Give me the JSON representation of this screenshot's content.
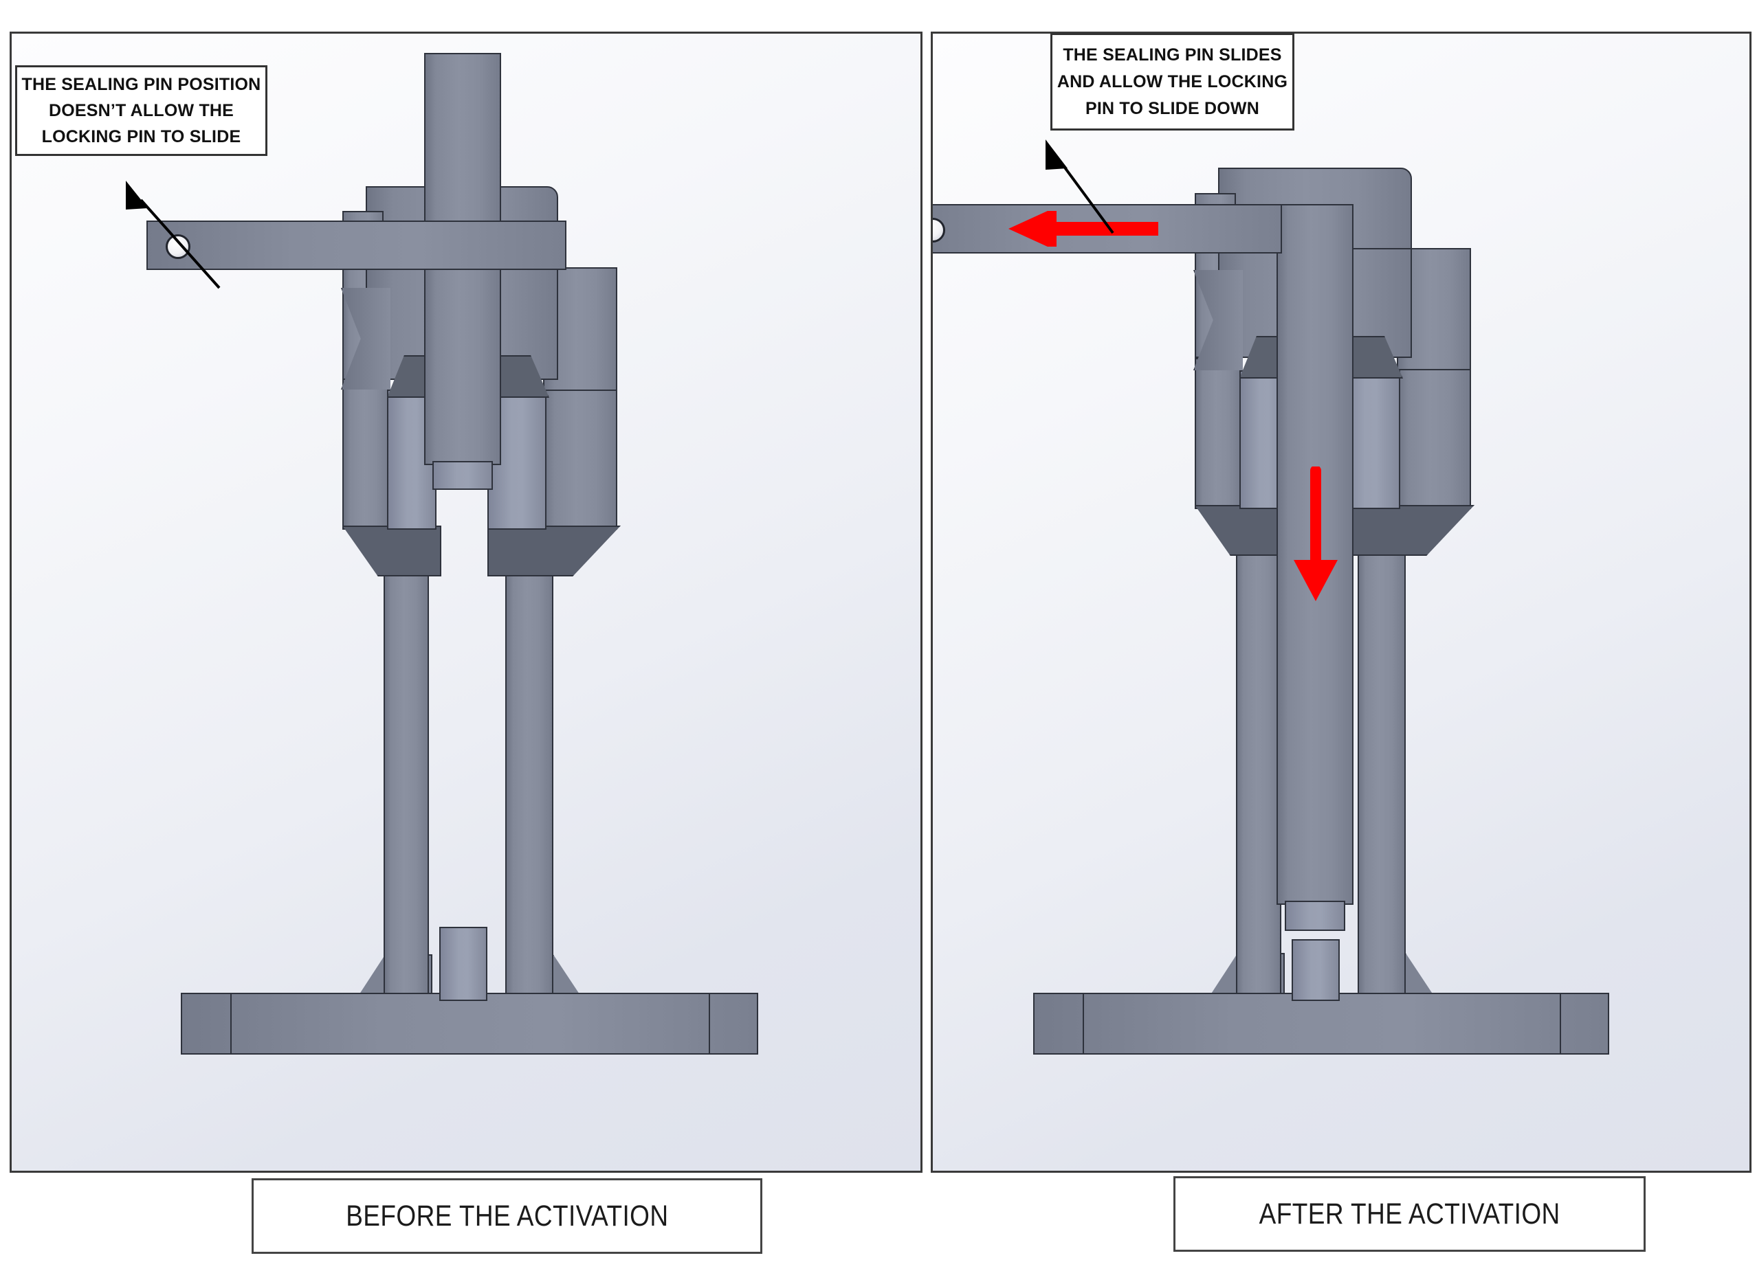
{
  "figure": {
    "type": "engineering-cad-comparison",
    "panels": 2
  },
  "colors": {
    "motion_arrow": "#FF0000",
    "metal_body": "#878D9D",
    "metal_shadow": "#5E6472",
    "outline": "#2E323C",
    "box_border": "#333333",
    "text": "#111111",
    "panel_background_top": "#FDFDFE",
    "panel_background_bottom": "#DFE2EC"
  },
  "left_panel": {
    "name": "before-activation-view",
    "callout": {
      "lines": [
        "THE SEALING PIN POSITION",
        "DOESN’T ALLOW THE",
        "LOCKING PIN TO SLIDE"
      ]
    },
    "caption": "BEFORE THE ACTIVATION",
    "leader_arrow": "black-arrow-pointing-up-left-to-callout",
    "parts": [
      "locking-pin-shaft",
      "sealing-pin-bar",
      "housing-body",
      "legs",
      "base-plate",
      "base-boss"
    ],
    "motion_arrows": []
  },
  "right_panel": {
    "name": "after-activation-view",
    "callout": {
      "lines": [
        "THE SEALING PIN SLIDES",
        "AND ALLOW THE LOCKING",
        "PIN TO SLIDE DOWN"
      ]
    },
    "caption": "AFTER THE ACTIVATION",
    "leader_arrow": "black-arrow-pointing-up-left-to-callout",
    "parts": [
      "locking-pin-shaft",
      "sealing-pin-bar",
      "housing-body",
      "legs",
      "base-plate",
      "base-boss"
    ],
    "motion_arrows": [
      {
        "name": "sealing-pin-slide-arrow",
        "direction": "left",
        "color": "#FF0000"
      },
      {
        "name": "locking-pin-slide-arrow",
        "direction": "down",
        "color": "#FF0000"
      }
    ]
  }
}
